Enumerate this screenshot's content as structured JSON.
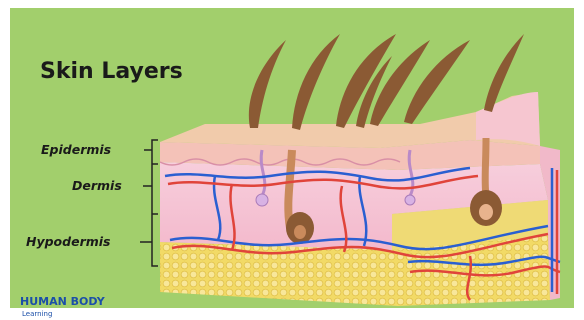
{
  "diagram": {
    "title": "Skin Layers",
    "labels": {
      "epidermis": "Epidermis",
      "dermis": "Dermis",
      "hypodermis": "Hypodermis"
    },
    "logo": {
      "line1": "HUMAN BODY",
      "line2": "Learning"
    }
  },
  "colors": {
    "background": "#a2cf6c",
    "epidermis": "#f0c9a6",
    "dermis": "#f6c4d4",
    "hypodermis": "#f2da66",
    "hair": "#8b5a34",
    "artery": "#e0443a",
    "vein": "#2a5fd1",
    "logo": "#1b4fa8"
  }
}
